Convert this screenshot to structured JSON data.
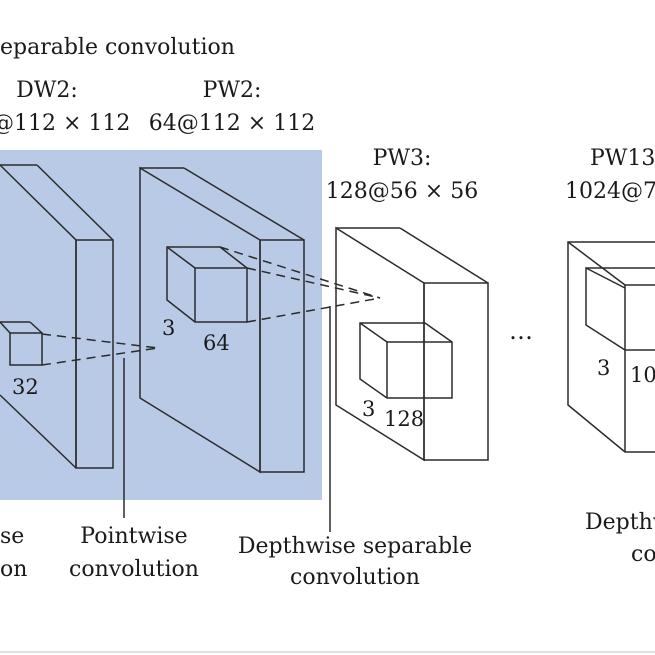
{
  "title": "eparable convolution",
  "layers": [
    {
      "name": "DW2:",
      "dims": "@112 × 112"
    },
    {
      "name": "PW2:",
      "dims": "64@112 × 112"
    },
    {
      "name": "PW3:",
      "dims": "128@56 × 56"
    },
    {
      "name": "PW13",
      "dims": "1024@7"
    }
  ],
  "kernel_labels": {
    "dw2_channels": "32",
    "pw2_size": "3",
    "pw2_channels": "64",
    "pw3_size": "3",
    "pw3_channels": "128",
    "pw13_size": "3",
    "pw13_channels": "10"
  },
  "ellipsis": "…",
  "captions": {
    "left_partial_1": "se",
    "left_partial_2": "on",
    "pointwise_1": "Pointwise",
    "pointwise_2": "convolution",
    "dsc_1": "Depthwise separable",
    "dsc_2": "convolution",
    "right_partial_1": "Depthw",
    "right_partial_2": "co"
  },
  "colors": {
    "highlight_bg": "#b8cae6",
    "line": "#2b2b2b"
  }
}
